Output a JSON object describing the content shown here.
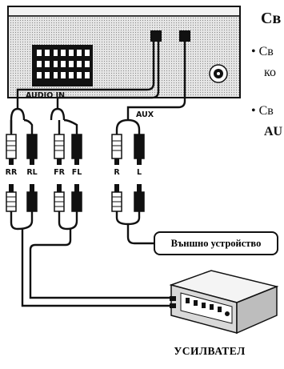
{
  "side_text": {
    "heading": "Св",
    "bullet1_line1": "• Св",
    "bullet1_line2": "ко",
    "bullet2_line1": "• Св",
    "bullet2_line2": "AU"
  },
  "groups": {
    "audio_in": "AUDIO IN",
    "aux": "AUX"
  },
  "jacks": [
    "RR",
    "RL",
    "FR",
    "FL",
    "R",
    "L"
  ],
  "external_device": "Външно устройство",
  "amplifier": "УСИЛВАТЕЛ",
  "colors": {
    "line": "#111111",
    "unit_fill": "#d9d9d9",
    "background": "#ffffff"
  }
}
